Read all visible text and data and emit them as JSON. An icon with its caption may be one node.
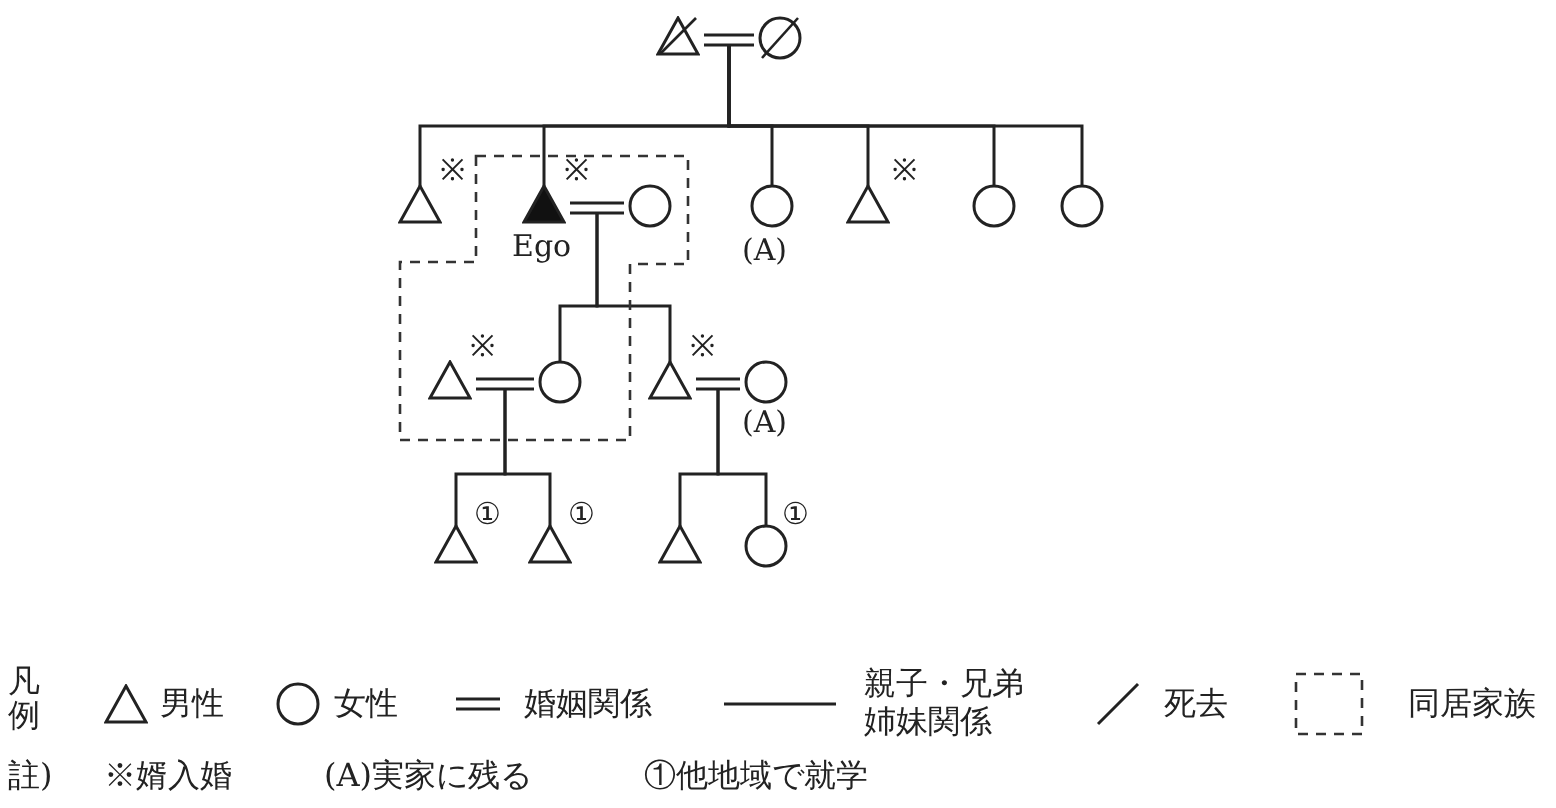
{
  "diagram": {
    "nodes": [
      {
        "text": [],
        "shape": "triangle"
      },
      {
        "text": [],
        "shape": "circle"
      },
      {
        "text": [],
        "shape": "triangle",
        "beside": [
          "※"
        ]
      },
      {
        "text": [],
        "shape": "triangle",
        "beside": [
          "※",
          "Ego"
        ]
      },
      {
        "text": [],
        "shape": "circle"
      },
      {
        "text": [],
        "shape": "circle",
        "beside": [
          "(A)"
        ]
      },
      {
        "text": [],
        "shape": "triangle",
        "beside": [
          "※"
        ]
      },
      {
        "text": [],
        "shape": "circle"
      },
      {
        "text": [],
        "shape": "circle"
      },
      {
        "text": [],
        "shape": "triangle",
        "beside": [
          "※"
        ]
      },
      {
        "text": [],
        "shape": "circle"
      },
      {
        "text": [],
        "shape": "triangle",
        "beside": [
          "※"
        ]
      },
      {
        "text": [],
        "shape": "circle",
        "beside": [
          "(A)"
        ]
      },
      {
        "text": [],
        "shape": "triangle",
        "beside": [
          "①"
        ]
      },
      {
        "text": [],
        "shape": "triangle",
        "beside": [
          "①"
        ]
      },
      {
        "text": [],
        "shape": "triangle"
      },
      {
        "text": [],
        "shape": "circle",
        "beside": [
          "①"
        ]
      }
    ],
    "edges": [
      {
        "from": 0,
        "to": 1,
        "arrow": "none"
      },
      {
        "from": 0,
        "to": 2,
        "arrow": "none"
      },
      {
        "from": 0,
        "to": 3,
        "arrow": "none"
      },
      {
        "from": 0,
        "to": 5,
        "arrow": "none"
      },
      {
        "from": 0,
        "to": 6,
        "arrow": "none"
      },
      {
        "from": 0,
        "to": 7,
        "arrow": "none"
      },
      {
        "from": 0,
        "to": 8,
        "arrow": "none"
      },
      {
        "from": 3,
        "to": 4,
        "arrow": "none"
      },
      {
        "from": 3,
        "to": 10,
        "arrow": "none"
      },
      {
        "from": 3,
        "to": 11,
        "arrow": "none"
      },
      {
        "from": 9,
        "to": 10,
        "arrow": "none"
      },
      {
        "from": 11,
        "to": 12,
        "arrow": "none"
      },
      {
        "from": 9,
        "to": 13,
        "arrow": "none"
      },
      {
        "from": 9,
        "to": 14,
        "arrow": "none"
      },
      {
        "from": 11,
        "to": 15,
        "arrow": "none"
      },
      {
        "from": 11,
        "to": 16,
        "arrow": "none"
      }
    ],
    "labels": [
      "凡例",
      "註)",
      "※婿入婚",
      "(A)実家に残る",
      "①他地域で就学"
    ],
    "legend": [
      {
        "text": "男性"
      },
      {
        "text": "女性"
      },
      {
        "text": "婚姻関係"
      },
      {
        "text": "親子・兄弟姉妹関係"
      },
      {
        "text": "死去"
      },
      {
        "text": "同居家族"
      }
    ]
  }
}
